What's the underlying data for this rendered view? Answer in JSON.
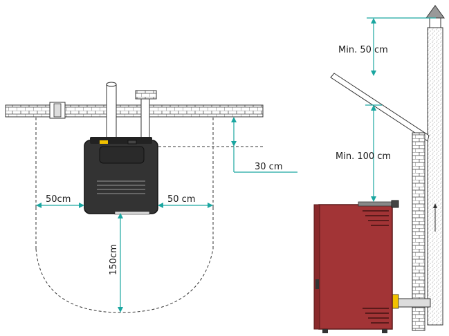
{
  "labels": {
    "side_clearance_left": "50cm",
    "side_clearance_right": "50 cm",
    "top_clearance": "30 cm",
    "front_clearance": "150cm",
    "chimney_above_roof": "Min. 50 cm",
    "roof_to_stove": "Min. 100 cm"
  },
  "colors": {
    "dimension_line": "#1aa6a0",
    "stove_body_top_view": "#333333",
    "stove_body_side_view": "#a23436",
    "yellow_accent": "#f2c200"
  }
}
